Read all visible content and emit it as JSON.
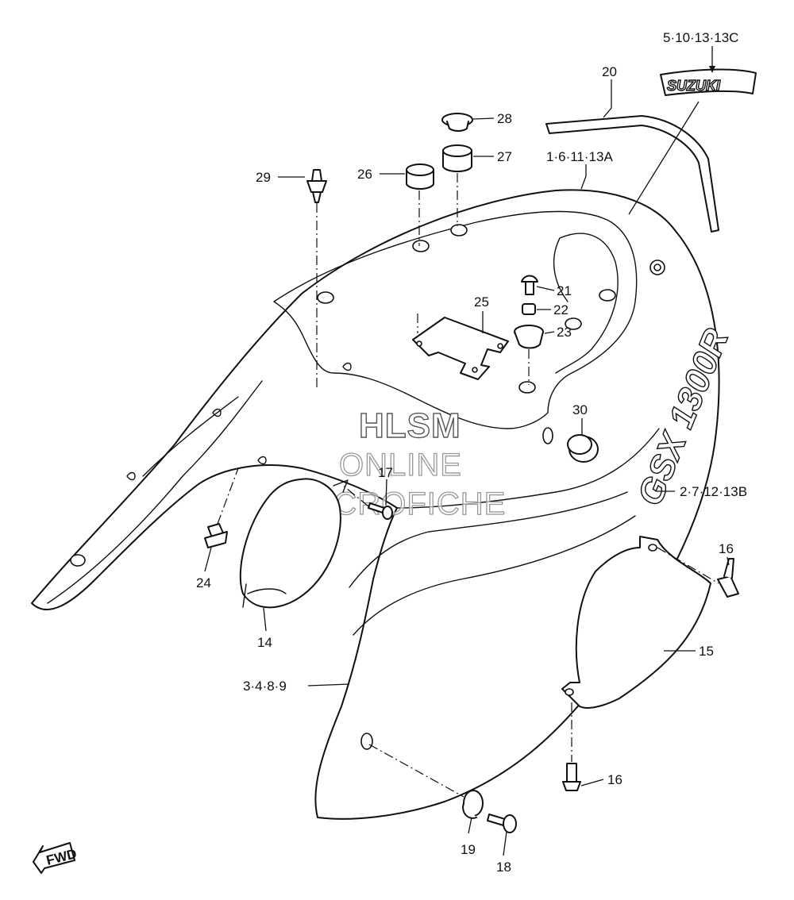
{
  "diagram": {
    "watermark": {
      "line1": "HLSM",
      "line2": "ONLINE",
      "line3": "MICROFICHE"
    },
    "decals": {
      "emblem_text": "SUZUKI",
      "model_text": "GSX 1300R"
    },
    "fwd_label": "FWD",
    "callouts": [
      {
        "id": "c-5-10-13-13C",
        "text": "5·10·13·13C"
      },
      {
        "id": "c-20",
        "text": "20"
      },
      {
        "id": "c-28",
        "text": "28"
      },
      {
        "id": "c-27",
        "text": "27"
      },
      {
        "id": "c-26",
        "text": "26"
      },
      {
        "id": "c-29",
        "text": "29"
      },
      {
        "id": "c-1-6-11-13A",
        "text": "1·6·11·13A"
      },
      {
        "id": "c-21",
        "text": "21"
      },
      {
        "id": "c-22",
        "text": "22"
      },
      {
        "id": "c-25",
        "text": "25"
      },
      {
        "id": "c-23",
        "text": "23"
      },
      {
        "id": "c-30",
        "text": "30"
      },
      {
        "id": "c-17",
        "text": "17"
      },
      {
        "id": "c-2-7-12-13B",
        "text": "2·7·12·13B"
      },
      {
        "id": "c-24",
        "text": "24"
      },
      {
        "id": "c-16a",
        "text": "16"
      },
      {
        "id": "c-14",
        "text": "14"
      },
      {
        "id": "c-15",
        "text": "15"
      },
      {
        "id": "c-3-4-8-9",
        "text": "3·4·8·9"
      },
      {
        "id": "c-16b",
        "text": "16"
      },
      {
        "id": "c-19",
        "text": "19"
      },
      {
        "id": "c-18",
        "text": "18"
      }
    ]
  }
}
